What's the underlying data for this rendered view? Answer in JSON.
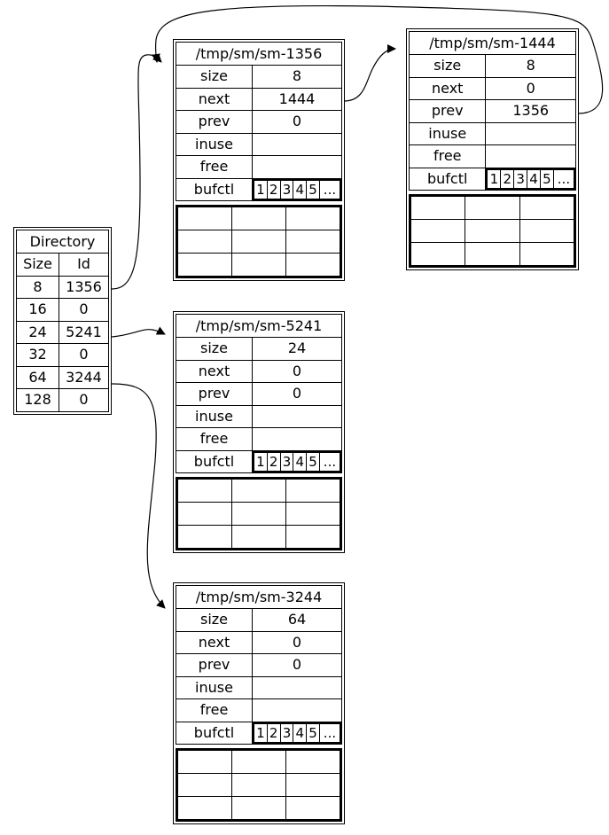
{
  "directory": {
    "title": "Directory",
    "headers": [
      "Size",
      "Id"
    ],
    "rows": [
      {
        "size": "8",
        "id": "1356"
      },
      {
        "size": "16",
        "id": "0"
      },
      {
        "size": "24",
        "id": "5241"
      },
      {
        "size": "32",
        "id": "0"
      },
      {
        "size": "64",
        "id": "3244"
      },
      {
        "size": "128",
        "id": "0"
      }
    ]
  },
  "segments": [
    {
      "title": "/tmp/sm/sm-1356",
      "size_label": "size",
      "size": "8",
      "next_label": "next",
      "next": "1444",
      "prev_label": "prev",
      "prev": "0",
      "inuse_label": "inuse",
      "inuse": "",
      "free_label": "free",
      "free": "",
      "bufctl_label": "bufctl",
      "bufctl": [
        "1",
        "2",
        "3",
        "4",
        "5",
        "..."
      ]
    },
    {
      "title": "/tmp/sm/sm-1444",
      "size_label": "size",
      "size": "8",
      "next_label": "next",
      "next": "0",
      "prev_label": "prev",
      "prev": "1356",
      "inuse_label": "inuse",
      "inuse": "",
      "free_label": "free",
      "free": "",
      "bufctl_label": "bufctl",
      "bufctl": [
        "1",
        "2",
        "3",
        "4",
        "5",
        "..."
      ]
    },
    {
      "title": "/tmp/sm/sm-5241",
      "size_label": "size",
      "size": "24",
      "next_label": "next",
      "next": "0",
      "prev_label": "prev",
      "prev": "0",
      "inuse_label": "inuse",
      "inuse": "",
      "free_label": "free",
      "free": "",
      "bufctl_label": "bufctl",
      "bufctl": [
        "1",
        "2",
        "3",
        "4",
        "5",
        "..."
      ]
    },
    {
      "title": "/tmp/sm/sm-3244",
      "size_label": "size",
      "size": "64",
      "next_label": "next",
      "next": "0",
      "prev_label": "prev",
      "prev": "0",
      "inuse_label": "inuse",
      "inuse": "",
      "free_label": "free",
      "free": "",
      "bufctl_label": "bufctl",
      "bufctl": [
        "1",
        "2",
        "3",
        "4",
        "5",
        "..."
      ]
    }
  ],
  "colors": {
    "stroke": "#000000",
    "background": "#ffffff"
  }
}
